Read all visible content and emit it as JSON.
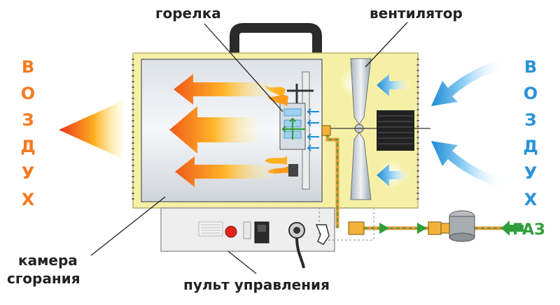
{
  "labels": {
    "burner": "горелка",
    "fan": "вентилятор",
    "combustion_chamber_line1": "камера",
    "combustion_chamber_line2": "сгорания",
    "control_panel": "пульт управления",
    "gas": "ГАЗ"
  },
  "air_left": [
    "В",
    "О",
    "З",
    "Д",
    "У",
    "Х"
  ],
  "air_right": [
    "В",
    "О",
    "З",
    "Д",
    "У",
    "Х"
  ],
  "colors": {
    "hot_air": "#f47a1f",
    "cold_air": "#2a93d8",
    "gas": "#2e9e3a",
    "housing": "#f6f0a6",
    "label": "#222222"
  }
}
